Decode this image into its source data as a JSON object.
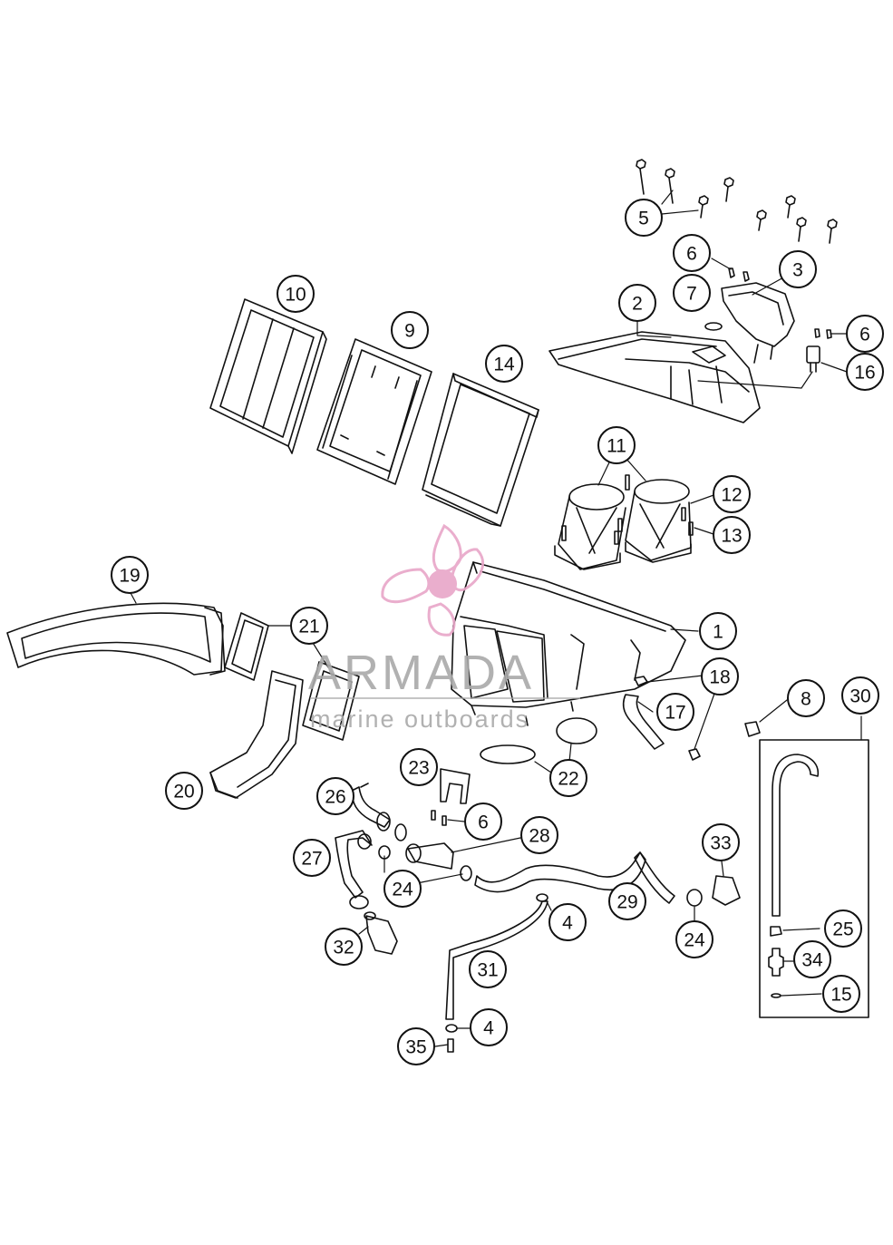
{
  "watermark": {
    "brand": "ARMADA",
    "tagline": "marine outboards",
    "logo_icon": "propeller-logo-icon",
    "logo_color": "#e8a6c8"
  },
  "callouts": [
    {
      "id": "c1",
      "label": "1"
    },
    {
      "id": "c2",
      "label": "2"
    },
    {
      "id": "c3",
      "label": "3"
    },
    {
      "id": "c4a",
      "label": "4"
    },
    {
      "id": "c4b",
      "label": "4"
    },
    {
      "id": "c5",
      "label": "5"
    },
    {
      "id": "c6a",
      "label": "6"
    },
    {
      "id": "c6b",
      "label": "6"
    },
    {
      "id": "c6c",
      "label": "6"
    },
    {
      "id": "c7",
      "label": "7"
    },
    {
      "id": "c8",
      "label": "8"
    },
    {
      "id": "c9",
      "label": "9"
    },
    {
      "id": "c10",
      "label": "10"
    },
    {
      "id": "c11",
      "label": "11"
    },
    {
      "id": "c12",
      "label": "12"
    },
    {
      "id": "c13",
      "label": "13"
    },
    {
      "id": "c14",
      "label": "14"
    },
    {
      "id": "c15",
      "label": "15"
    },
    {
      "id": "c16",
      "label": "16"
    },
    {
      "id": "c17",
      "label": "17"
    },
    {
      "id": "c18",
      "label": "18"
    },
    {
      "id": "c19",
      "label": "19"
    },
    {
      "id": "c20",
      "label": "20"
    },
    {
      "id": "c21",
      "label": "21"
    },
    {
      "id": "c22",
      "label": "22"
    },
    {
      "id": "c23",
      "label": "23"
    },
    {
      "id": "c24a",
      "label": "24"
    },
    {
      "id": "c24b",
      "label": "24"
    },
    {
      "id": "c25",
      "label": "25"
    },
    {
      "id": "c26",
      "label": "26"
    },
    {
      "id": "c27",
      "label": "27"
    },
    {
      "id": "c28",
      "label": "28"
    },
    {
      "id": "c29",
      "label": "29"
    },
    {
      "id": "c30",
      "label": "30"
    },
    {
      "id": "c31",
      "label": "31"
    },
    {
      "id": "c32",
      "label": "32"
    },
    {
      "id": "c33",
      "label": "33"
    },
    {
      "id": "c34",
      "label": "34"
    },
    {
      "id": "c35",
      "label": "35"
    }
  ]
}
